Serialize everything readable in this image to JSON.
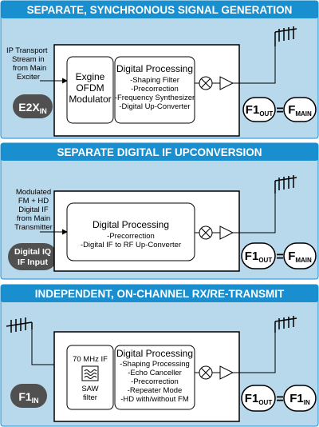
{
  "colors": {
    "header": "#1a8fd0",
    "panel": "#b8d9ec",
    "dark_bubble": "#505050"
  },
  "panel1": {
    "header": "SEPARATE, SYNCHRONOUS SIGNAL GENERATION",
    "input_lines": [
      "IP Transport",
      "Stream in",
      "from Main",
      "Exciter"
    ],
    "bubble_main": "E2X",
    "bubble_sub": "IN",
    "modulator_lines": [
      "Exgine",
      "OFDM",
      "Modulator"
    ],
    "dp_title": "Digital Processing",
    "dp_items": [
      "-Shaping Filter",
      "-Precorrection",
      "-Frequency Synthesizer",
      "-Digital Up-Converter"
    ],
    "out_f": "F1",
    "out_sub": "OUT",
    "equals": "=",
    "main_f": "F",
    "main_sub": "MAIN"
  },
  "panel2": {
    "header": "SEPARATE DIGITAL IF UPCONVERSION",
    "input_lines": [
      "Modulated",
      "FM + HD",
      "Digital IF",
      "from Main",
      "Transmitter"
    ],
    "bubble_lines": [
      "Digital IQ",
      "IF Input"
    ],
    "dp_title": "Digital Processing",
    "dp_items": [
      "-Precorrection",
      "-Digital IF to RF Up-Converter"
    ],
    "out_f": "F1",
    "out_sub": "OUT",
    "equals": "=",
    "main_f": "F",
    "main_sub": "MAIN"
  },
  "panel3": {
    "header": "INDEPENDENT, ON-CHANNEL RX/RE-TRANSMIT",
    "bubble_main": "F1",
    "bubble_sub": "IN",
    "if_label": "70 MHz IF",
    "saw_lines": [
      "SAW",
      "filter"
    ],
    "dp_title": "Digital Processing",
    "dp_items": [
      "-Shaping Processing",
      "-Echo Canceller",
      "-Precorrection",
      "-Repeater Mode",
      "-HD with/without FM"
    ],
    "out_f": "F1",
    "out_sub": "OUT",
    "equals": "=",
    "in_f": "F1",
    "in_sub": "IN"
  }
}
